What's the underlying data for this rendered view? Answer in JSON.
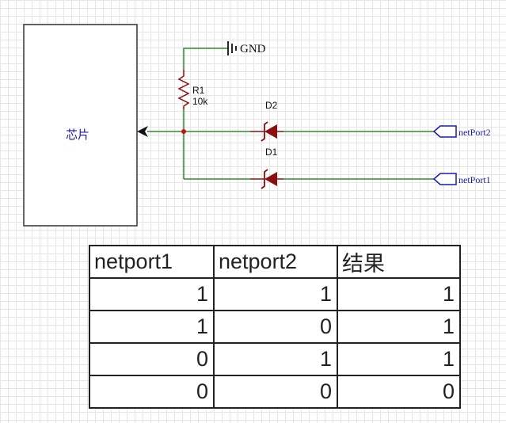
{
  "schematic": {
    "chip_label": "芯片",
    "gnd_label": "GND",
    "resistor": {
      "ref": "R1",
      "value": "10k"
    },
    "diode_top": "D2",
    "diode_bottom": "D1",
    "port_top": "netPort2",
    "port_bottom": "netPort1",
    "colors": {
      "wire": "#2e8b2e",
      "diode": "#8b1010",
      "label": "#1a1aa6",
      "component": "#8b1010",
      "box": "#333333"
    }
  },
  "table": {
    "headers": [
      "netport1",
      "netport2",
      "结果"
    ],
    "rows": [
      [
        "1",
        "1",
        "1"
      ],
      [
        "1",
        "0",
        "1"
      ],
      [
        "0",
        "1",
        "1"
      ],
      [
        "0",
        "0",
        "0"
      ]
    ]
  }
}
